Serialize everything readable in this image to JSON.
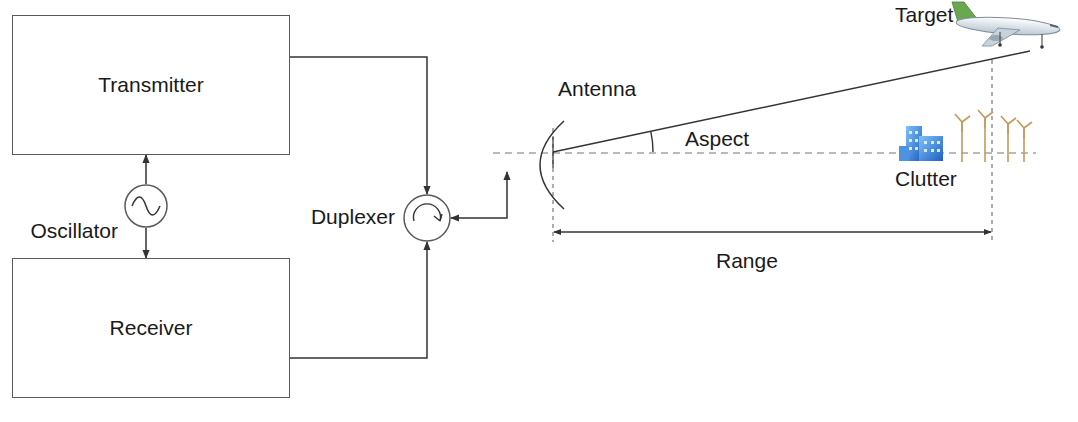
{
  "diagram": {
    "nodes": [
      {
        "text": [
          "Transmitter"
        ]
      },
      {
        "text": [
          "Oscillator"
        ]
      },
      {
        "text": [
          "Receiver"
        ]
      },
      {
        "text": [
          "Duplexer"
        ]
      },
      {
        "text": [
          "Antenna"
        ]
      }
    ],
    "edges": [
      {
        "from": 1,
        "to": 0,
        "arrow": "to"
      },
      {
        "from": 1,
        "to": 2,
        "arrow": "to"
      },
      {
        "from": 0,
        "to": 3,
        "arrow": "to"
      },
      {
        "from": 2,
        "to": 3,
        "arrow": "to"
      },
      {
        "from": 3,
        "to": 4,
        "arrow": "both"
      }
    ],
    "labels": [
      "Target",
      "Aspect",
      "Clutter",
      "Range"
    ]
  }
}
